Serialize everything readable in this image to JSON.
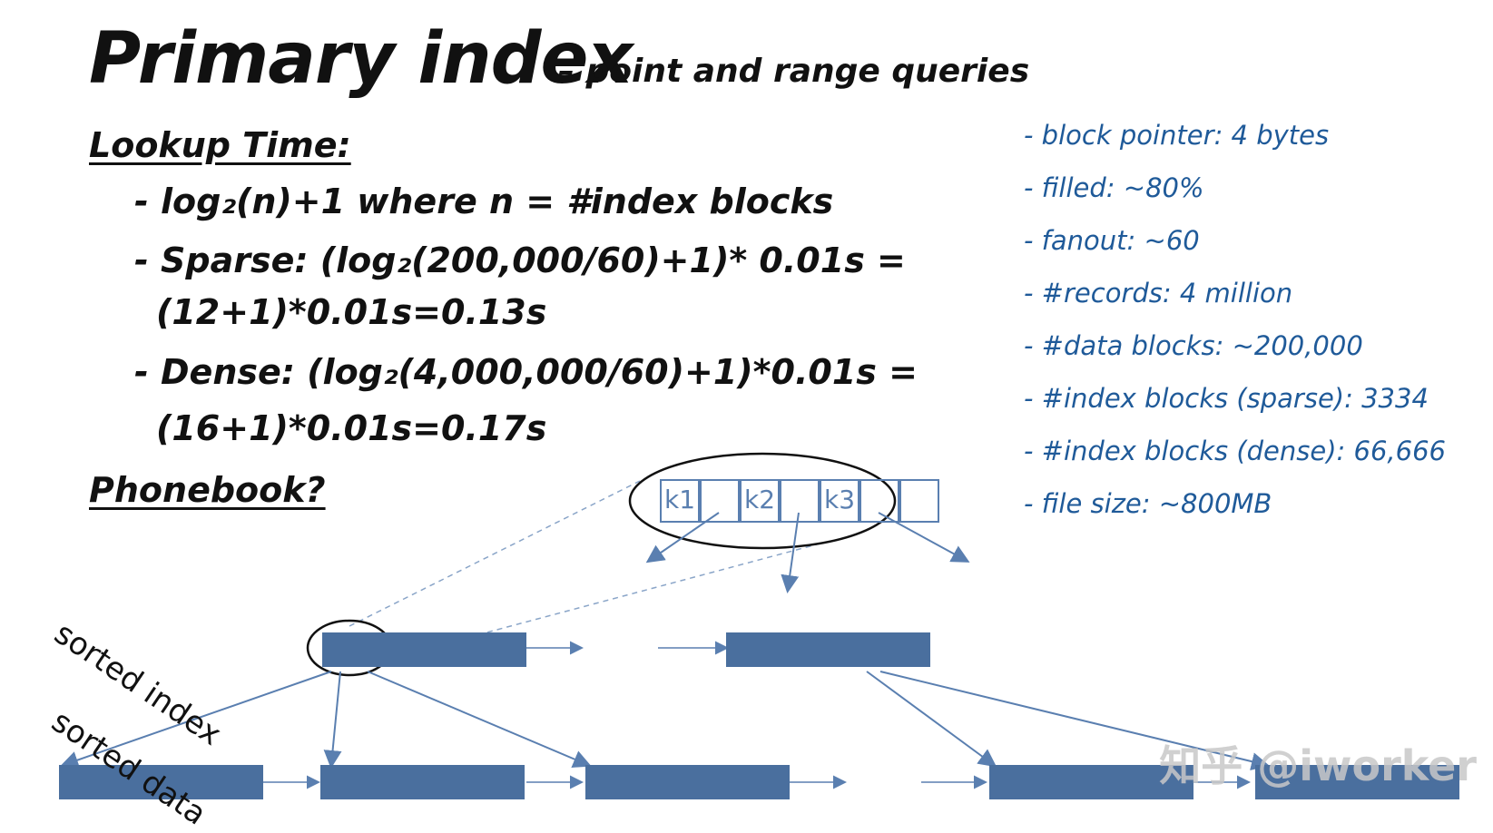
{
  "title": "Primary index",
  "subtitle": "– point and range queries",
  "lookup_heading": "Lookup Time:",
  "lookup_lines": [
    "- log₂(n)+1 where n = #index blocks",
    "- Sparse:  (log₂(200,000/60)+1)* 0.01s =",
    "(12+1)*0.01s=0.13s",
    "- Dense:  (log₂(4,000,000/60)+1)*0.01s =",
    "(16+1)*0.01s=0.17s"
  ],
  "phonebook": "Phonebook?",
  "notes": [
    "- block pointer:  4 bytes",
    "- filled: ~80%",
    "- fanout: ~60",
    "- #records: 4 million",
    "- #data blocks: ~200,000",
    "- #index blocks (sparse): 3334",
    "- #index blocks (dense): 66,666",
    "- file size: ~800MB"
  ],
  "keys": [
    "k1",
    "k2",
    "k3"
  ],
  "sorted_index_label": "sorted index",
  "sorted_data_label": "sorted data",
  "watermark": "知乎 @iworker",
  "colors": {
    "accent": "#1f5a99",
    "block": "#4a6f9e",
    "arrow": "#5a7fb0"
  }
}
